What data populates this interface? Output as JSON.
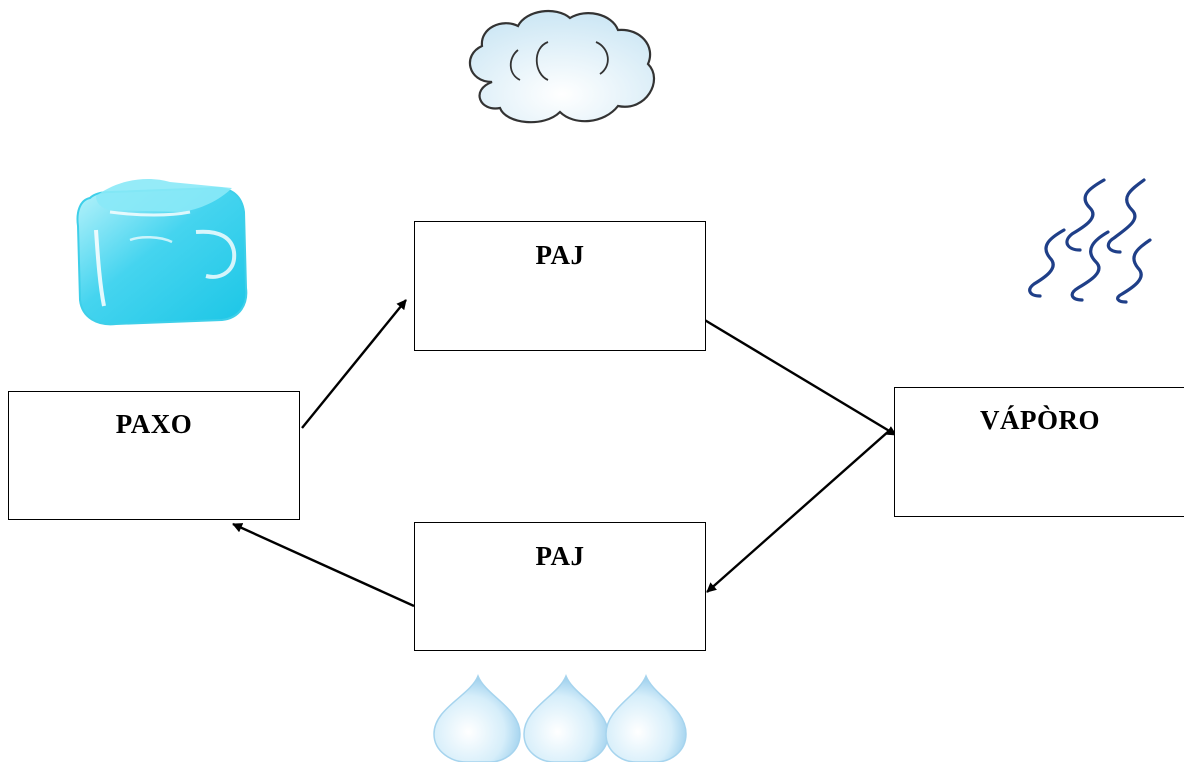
{
  "states": {
    "top": "PAJ",
    "left": "PAXO",
    "right": "VÁPÒRO",
    "bottom": "PAJ"
  },
  "icons": {
    "top": "cloud-icon",
    "top_left": "ice-cube-icon",
    "top_right": "vapor-waves-icon",
    "bottom": "water-drops-icon"
  },
  "colors": {
    "ice": "#3fd6ee",
    "cloud_outline": "#333333",
    "cloud_fill": "#dff0f8",
    "vapor": "#1f3f88",
    "drop": "#bfe3f5",
    "line": "#000000"
  }
}
